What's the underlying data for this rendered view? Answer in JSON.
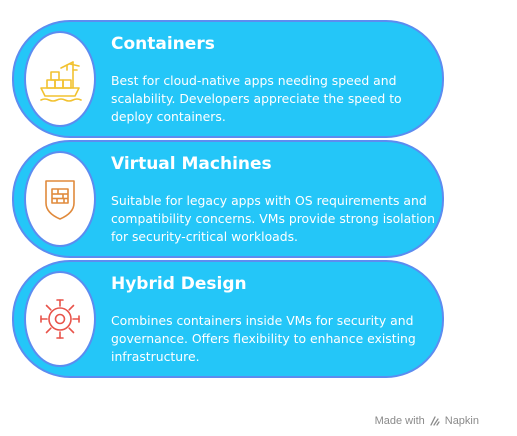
{
  "cards": [
    {
      "title": "Containers",
      "description": "Best for cloud-native apps needing speed and scalability. Developers appreciate the speed to deploy containers.",
      "icon": "cargo-ship-icon",
      "icon_color": "#F2C230"
    },
    {
      "title": "Virtual Machines",
      "description": "Suitable for legacy apps with OS requirements and compatibility concerns. VMs provide strong isolation for security-critical workloads.",
      "icon": "firewall-shield-icon",
      "icon_color": "#E08A3C"
    },
    {
      "title": "Hybrid Design",
      "description": "Combines containers inside VMs for security and governance. Offers flexibility to enhance existing infrastructure.",
      "icon": "virus-sun-icon",
      "icon_color": "#E8534A"
    }
  ],
  "footer": {
    "made_with": "Made with",
    "brand": "Napkin"
  },
  "colors": {
    "card_fill": "#24C6F8",
    "card_border": "#5C8CF0",
    "text": "#FFFFFF",
    "footer_text": "#8A8A8A"
  }
}
